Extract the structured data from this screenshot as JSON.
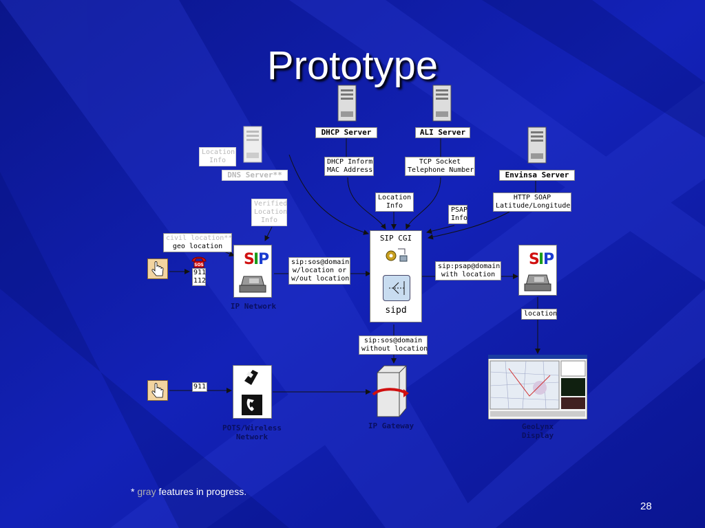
{
  "slide": {
    "title": "Prototype",
    "footnote": {
      "star": "*",
      "gray_word": "gray",
      "rest": "features in progress."
    },
    "page_number": "28"
  },
  "servers": {
    "dhcp": "DHCP Server",
    "ali": "ALI Server",
    "dns": "DNS Server**",
    "envinsa": "Envinsa Server"
  },
  "labels": {
    "location_info_dns": [
      "Location",
      "Info"
    ],
    "dhcp_inform": [
      "DHCP Inform",
      "MAC Address"
    ],
    "tcp_socket": [
      "TCP Socket",
      "Telephone Number"
    ],
    "location_info_cgi": [
      "Location",
      "Info"
    ],
    "psap_info": [
      "PSAP",
      "Info"
    ],
    "http_soap": [
      "HTTP SOAP",
      "Latitude/Longitude"
    ],
    "verified_location": [
      "Verified",
      "Location",
      "Info"
    ],
    "civil_location": [
      "civil location**",
      "geo location"
    ],
    "sip_sos_with": [
      "sip:sos@domain",
      "w/location or",
      "w/out location"
    ],
    "sip_psap": [
      "sip:psap@domain",
      "with location"
    ],
    "location": "location",
    "sip_sos_without": [
      "sip:sos@domain",
      "without location"
    ],
    "emergency_numbers": [
      "911",
      "112"
    ],
    "pots_number": "911",
    "sip_cgi": "SIP CGI",
    "sipd": "sipd"
  },
  "captions": {
    "ip_network": "IP Network",
    "pots_network": [
      "POTS/Wireless",
      "Network"
    ],
    "ip_gateway": "IP Gateway",
    "geolynx_display": [
      "GeoLynx",
      "Display"
    ]
  },
  "icons": [
    "hand-pointer-icon",
    "sos-phone-icon",
    "sip-logo-icon",
    "desk-phone-icon",
    "server-tower-icon",
    "mobile-phone-icon",
    "handset-icon",
    "gateway-icon",
    "map-display-icon",
    "gear-icon"
  ]
}
